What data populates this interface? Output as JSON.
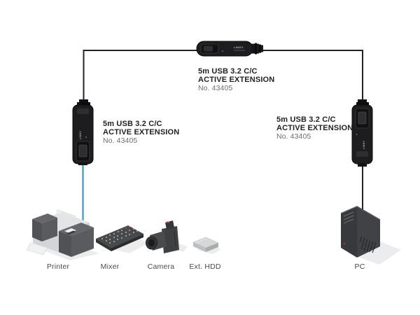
{
  "background": "#ffffff",
  "brand": "LINDY",
  "extension_labels": [
    {
      "title": "5m USB 3.2 C/C",
      "subtitle": "ACTIVE EXTENSION",
      "number": "No. 43405"
    },
    {
      "title": "5m USB 3.2 C/C",
      "subtitle": "ACTIVE EXTENSION",
      "number": "No. 43405"
    },
    {
      "title": "5m USB 3.2 C/C",
      "subtitle": "ACTIVE EXTENSION",
      "number": "No. 43405"
    }
  ],
  "devices": [
    {
      "label": "Printer"
    },
    {
      "label": "Mixer"
    },
    {
      "label": "Camera"
    },
    {
      "label": "Ext. HDD"
    },
    {
      "label": "PC"
    }
  ],
  "colors": {
    "cable": "#232323",
    "usb_c_cable": "#3ea6c7",
    "label_title": "#231f20",
    "label_number": "#6d6e71",
    "device_label": "#4a4a4c"
  }
}
